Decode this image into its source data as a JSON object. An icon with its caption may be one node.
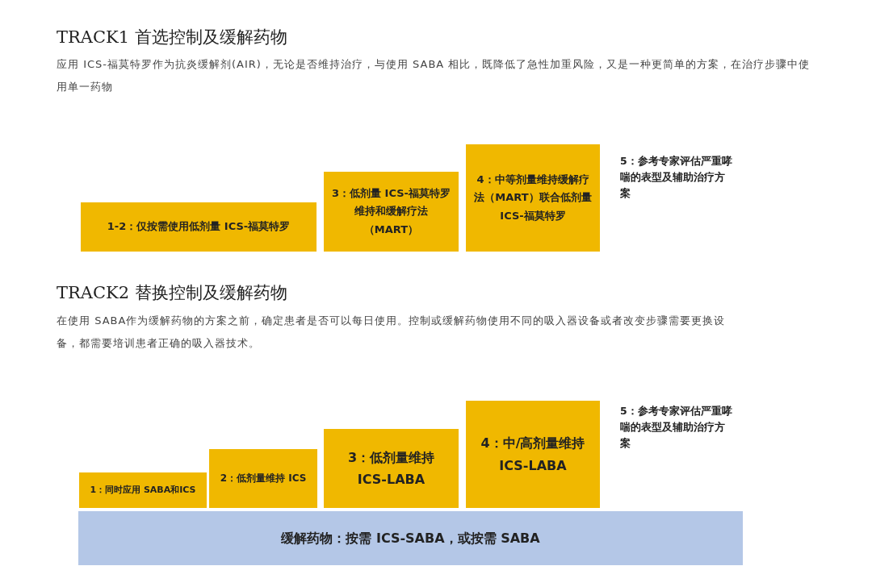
{
  "diagram": {
    "nodes": [
      {
        "text": [
          "1-2：仅按需使用低剂量 ICS-福莫特罗"
        ]
      },
      {
        "text": [
          "3：低剂量 ICS-福莫特罗维持和缓解疗法（MART）"
        ]
      },
      {
        "text": [
          "4：中等剂量维持缓解疗法（MART）联合低剂量 ICS-福莫特罗"
        ]
      },
      {
        "text": [
          "1：同时应用 SABA和ICS"
        ]
      },
      {
        "text": [
          "2：低剂量维持 ICS"
        ]
      },
      {
        "text": [
          "3：低剂量维持 ICS-LABA"
        ]
      },
      {
        "text": [
          "4：中/高剂量维持 ICS-LABA"
        ]
      },
      {
        "text": [
          "缓解药物：按需 ICS-SABA，或按需 SABA"
        ]
      }
    ],
    "labels": [
      "TRACK1 首选控制及缓解药物",
      "应用 ICS-福莫特罗作为抗炎缓解剂(AIR)，无论是否维持治疗，与使用 SABA 相比，既降低了急性加重风险，又是一种更简单的方案，在治疗步骤中使用单一药物",
      "5：参考专家评估严重哮喘的表型及辅助治疗方案",
      "TRACK2 替换控制及缓解药物",
      "在使用 SABA作为缓解药物的方案之前，确定患者是否可以每日使用。控制或缓解药物使用不同的吸入器设备或者改变步骤需要更换设备，都需要培训患者正确的吸入器技术。",
      "5：参考专家评估严重哮喘的表型及辅助治疗方案"
    ]
  }
}
